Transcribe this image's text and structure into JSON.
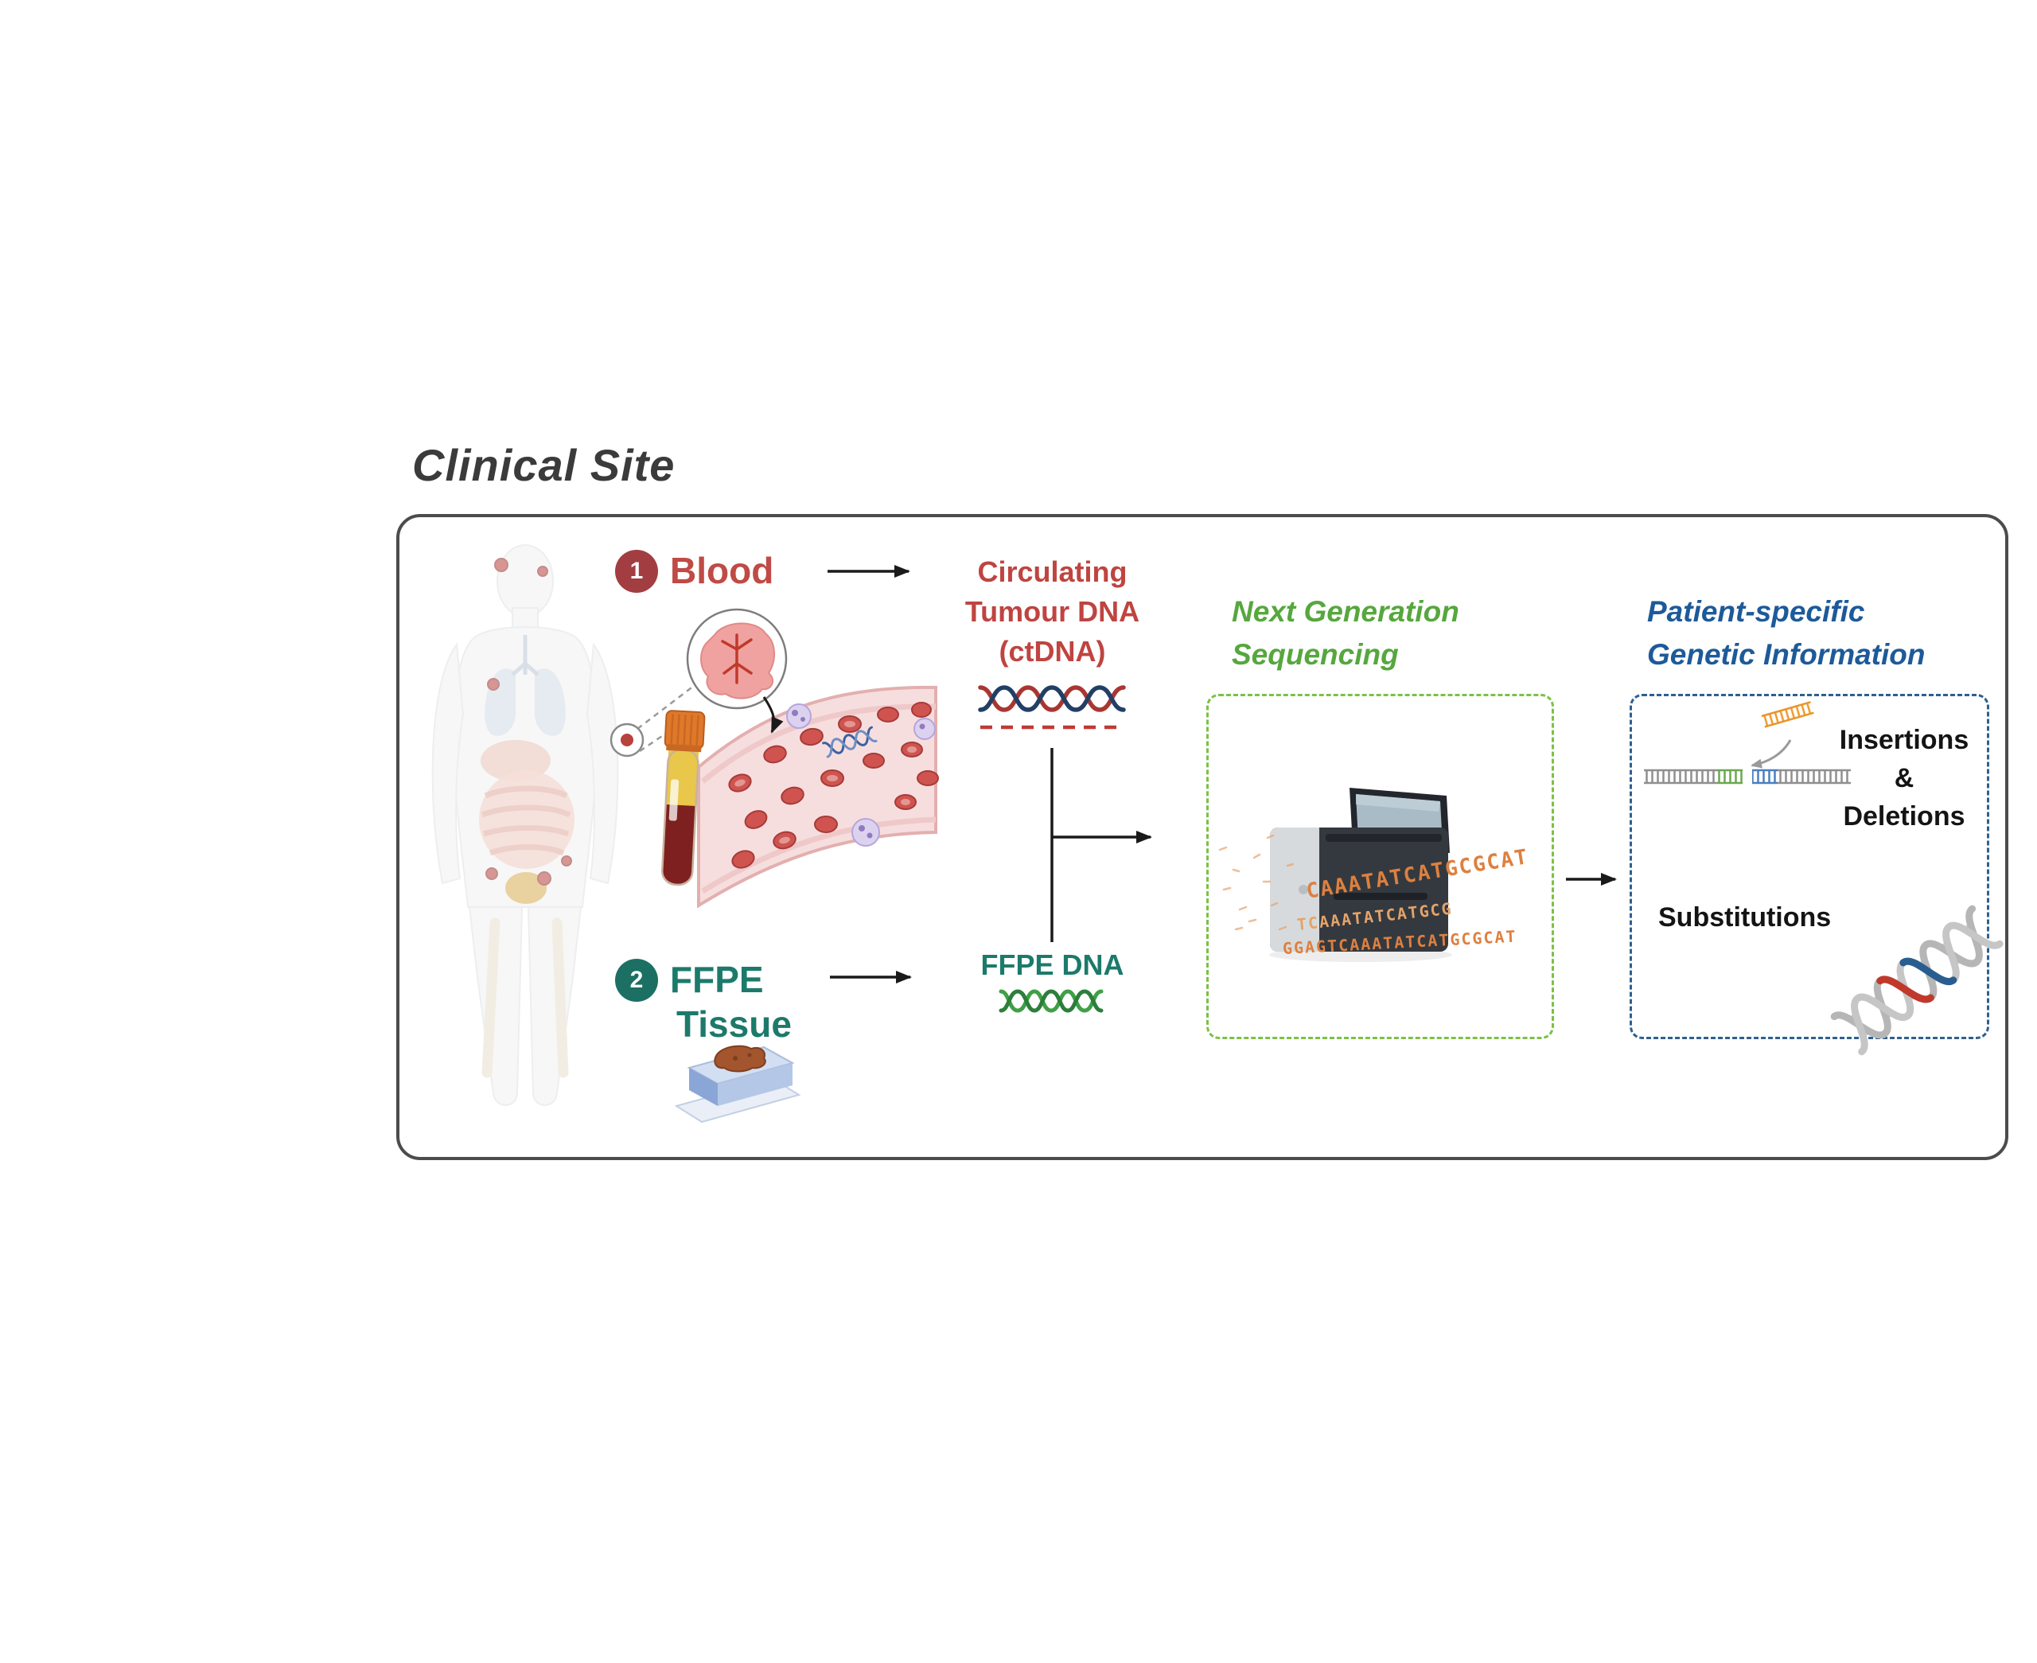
{
  "title": "Clinical Site",
  "steps": {
    "blood": {
      "number": "1",
      "label": "Blood"
    },
    "ffpe": {
      "number": "2",
      "label_line1": "FFPE",
      "label_line2": "Tissue"
    }
  },
  "labels": {
    "ctdna_line1": "Circulating",
    "ctdna_line2": "Tumour DNA",
    "ctdna_line3": "(ctDNA)",
    "ffpe_dna": "FFPE DNA"
  },
  "ngs": {
    "title_line1": "Next Generation",
    "title_line2": "Sequencing",
    "seq_line1": "CAAATATCATGCGCAT",
    "seq_line2": "TCAAATATCATGCG",
    "seq_line3": "GGAGTCAAATATCATGCGCAT"
  },
  "results": {
    "title_line1": "Patient-specific",
    "title_line2": "Genetic Information",
    "indel_line1": "Insertions",
    "indel_line2": "&",
    "indel_line3": "Deletions",
    "substitutions": "Substitutions"
  },
  "icons": {
    "body": "human-body-illustration",
    "vessel": "blood-vessel-illustration",
    "tube": "blood-collection-tube-icon",
    "tumor": "tumor-inset-icon",
    "ffpe_block": "ffpe-tissue-block-icon",
    "ctdna_helix": "red-blue-dna-helix-icon",
    "ffpe_helix": "green-dna-helix-icon",
    "sequencer": "ngs-sequencer-icon",
    "insertion": "insertion-deletion-reads-icon",
    "substitution": "substitution-dna-helix-icon"
  },
  "colors": {
    "red": "#bf4440",
    "maroon": "#a23e42",
    "teal": "#1c7a6b",
    "green": "#56a73e",
    "green_dash": "#7cc144",
    "blue": "#1d5a99",
    "blue_dash": "#2e608f",
    "orange": "#dd8040",
    "text_dark": "#141414",
    "border_gray": "#4c4c4c"
  }
}
